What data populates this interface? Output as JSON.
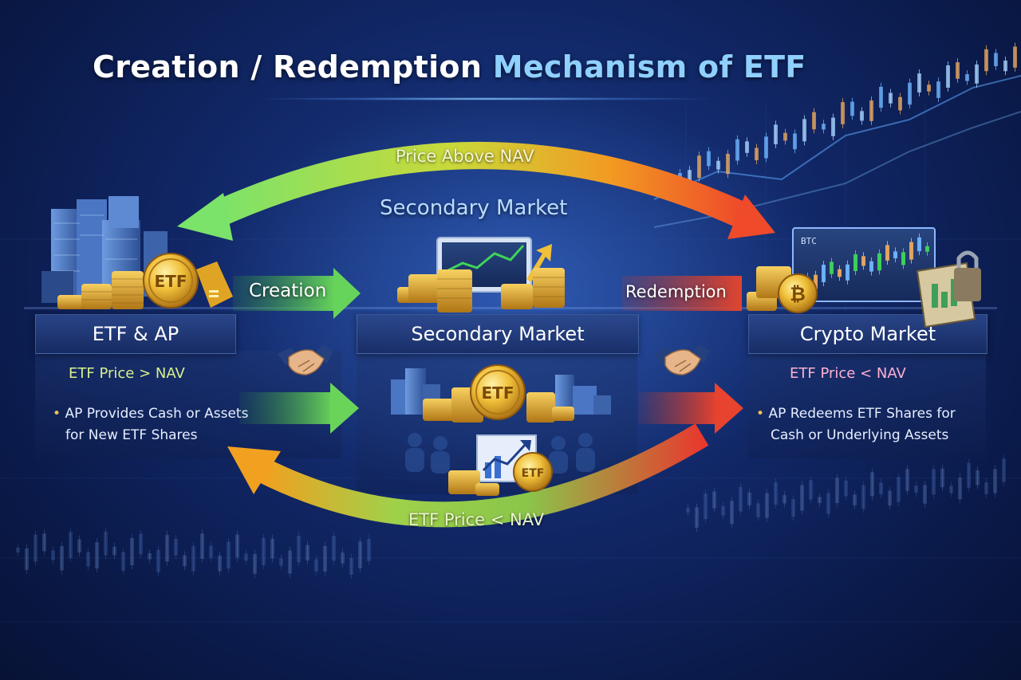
{
  "title": {
    "main": "Creation / Redemption",
    "accent": "Mechanism of ETF"
  },
  "top_arrow_label": "Price Above NAV",
  "center_title": "Secondary Market",
  "flow_labels": {
    "creation": "Creation",
    "redemption": "Redemption"
  },
  "panels": {
    "left": {
      "heading": "ETF & AP",
      "condition": "ETF Price > NAV",
      "bullet_line1": "AP Provides Cash or Assets",
      "bullet_line2": "for New ETF Shares"
    },
    "center": {
      "heading": "Secondary Market"
    },
    "right": {
      "heading": "Crypto Market",
      "condition": "ETF Price < NAV",
      "bullet_line1": "AP Redeems ETF Shares for",
      "bullet_line2": "Cash or Underlying Assets"
    }
  },
  "bottom_arrow_label": "ETF Price < NAV",
  "badges": {
    "etf": "ETF",
    "bitcoin": "₿",
    "btc_screen": "BTC"
  },
  "icons": {
    "left_scene": "buildings-coins-icon",
    "center_scene": "coins-chart-icon",
    "right_scene": "crypto-screen-icon",
    "handshake": "handshake-icon"
  },
  "colors": {
    "background": "#12296a",
    "title_accent": "#8fd0ff",
    "arrow_green": "#5ccf4e",
    "arrow_orange": "#f08a1e",
    "arrow_red": "#e8392e",
    "coin_gold": "#e8b42a"
  }
}
